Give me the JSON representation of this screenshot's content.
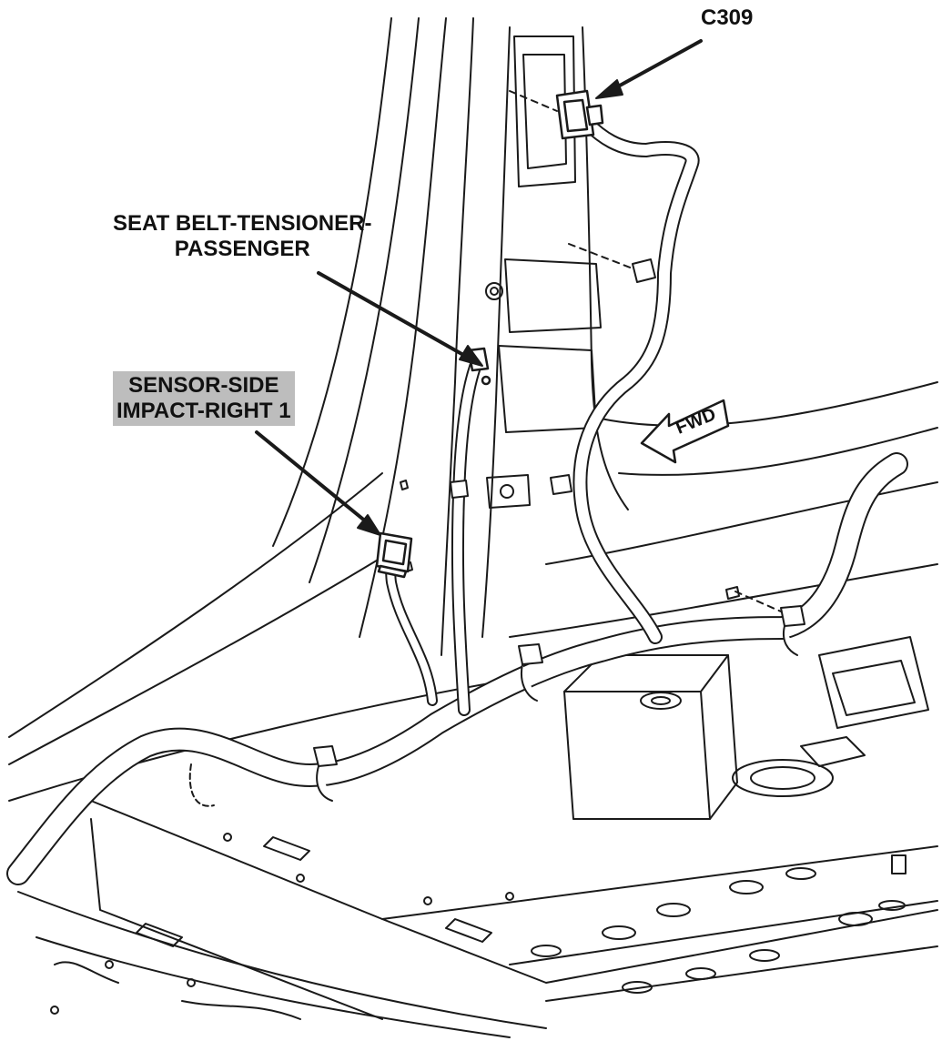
{
  "labels": {
    "c309": "C309",
    "seat_belt_line1": "SEAT BELT-TENSIONER-",
    "seat_belt_line2": "PASSENGER",
    "sensor_line1": "SENSOR-SIDE",
    "sensor_line2": "IMPACT-RIGHT 1",
    "fwd": "FWD"
  },
  "colors": {
    "line": "#1a1a1a",
    "label_box": "#bdbdbd",
    "background": "#ffffff"
  },
  "icons": {
    "direction": "fwd-arrow-icon"
  }
}
